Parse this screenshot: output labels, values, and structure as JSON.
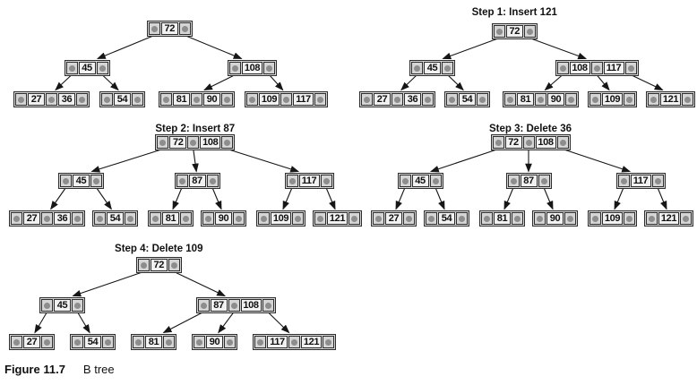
{
  "figure": {
    "label": "Figure 11.7",
    "caption": "B tree"
  },
  "colors": {
    "background": "#ffffff",
    "key_cell": "#f1f1f1",
    "pointer_cell": "#d5d5d5",
    "border": "#2e2e2e",
    "dot": "#8d8d8d",
    "arrow": "#161616",
    "text": "#111111"
  },
  "trees": [
    {
      "title": "",
      "root": {
        "keys": [
          72
        ],
        "children": [
          {
            "keys": [
              45
            ],
            "children": [
              {
                "keys": [
                  27,
                  36
                ]
              },
              {
                "keys": [
                  54
                ]
              }
            ]
          },
          {
            "keys": [
              108
            ],
            "children": [
              {
                "keys": [
                  81,
                  90
                ]
              },
              {
                "keys": [
                  109,
                  117
                ]
              }
            ]
          }
        ]
      }
    },
    {
      "title": "Step 1: Insert 121",
      "root": {
        "keys": [
          72
        ],
        "children": [
          {
            "keys": [
              45
            ],
            "children": [
              {
                "keys": [
                  27,
                  36
                ]
              },
              {
                "keys": [
                  54
                ]
              }
            ]
          },
          {
            "keys": [
              108,
              117
            ],
            "children": [
              {
                "keys": [
                  81,
                  90
                ]
              },
              {
                "keys": [
                  109
                ]
              },
              {
                "keys": [
                  121
                ]
              }
            ]
          }
        ]
      }
    },
    {
      "title": "Step 2: Insert 87",
      "root": {
        "keys": [
          72,
          108
        ],
        "children": [
          {
            "keys": [
              45
            ],
            "children": [
              {
                "keys": [
                  27,
                  36
                ]
              },
              {
                "keys": [
                  54
                ]
              }
            ]
          },
          {
            "keys": [
              87
            ],
            "children": [
              {
                "keys": [
                  81
                ]
              },
              {
                "keys": [
                  90
                ]
              }
            ]
          },
          {
            "keys": [
              117
            ],
            "children": [
              {
                "keys": [
                  109
                ]
              },
              {
                "keys": [
                  121
                ]
              }
            ]
          }
        ]
      }
    },
    {
      "title": "Step 3: Delete 36",
      "root": {
        "keys": [
          72,
          108
        ],
        "children": [
          {
            "keys": [
              45
            ],
            "children": [
              {
                "keys": [
                  27
                ]
              },
              {
                "keys": [
                  54
                ]
              }
            ]
          },
          {
            "keys": [
              87
            ],
            "children": [
              {
                "keys": [
                  81
                ]
              },
              {
                "keys": [
                  90
                ]
              }
            ]
          },
          {
            "keys": [
              117
            ],
            "children": [
              {
                "keys": [
                  109
                ]
              },
              {
                "keys": [
                  121
                ]
              }
            ]
          }
        ]
      }
    },
    {
      "title": "Step 4: Delete 109",
      "root": {
        "keys": [
          72
        ],
        "children": [
          {
            "keys": [
              45
            ],
            "children": [
              {
                "keys": [
                  27
                ]
              },
              {
                "keys": [
                  54
                ]
              }
            ]
          },
          {
            "keys": [
              87,
              108
            ],
            "children": [
              {
                "keys": [
                  81
                ]
              },
              {
                "keys": [
                  90
                ]
              },
              {
                "keys": [
                  117,
                  121
                ]
              }
            ]
          }
        ]
      }
    }
  ]
}
